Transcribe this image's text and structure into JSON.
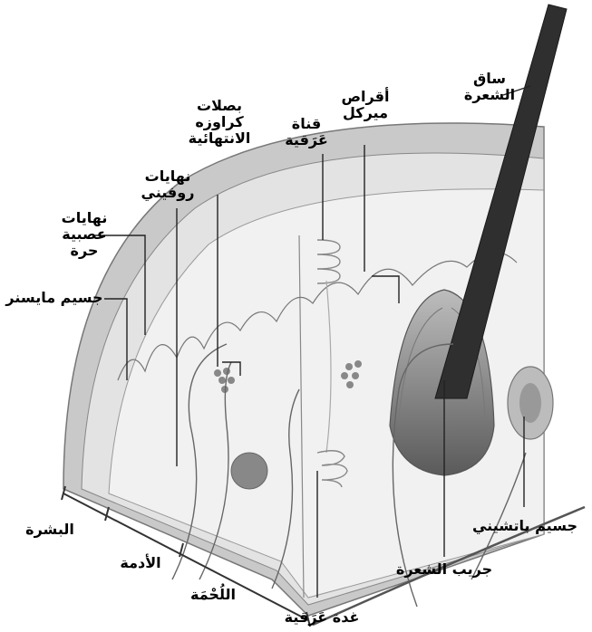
{
  "labels": {
    "hair_shaft": [
      "ساق",
      "الشعرة"
    ],
    "merkel_discs": [
      "أقراص",
      "ميركل"
    ],
    "sweat_duct": [
      "قناة",
      "عَرَقية"
    ],
    "krause_bulbs": [
      "بصلات",
      "كراوزه",
      "الانتهائية"
    ],
    "ruffini_endings": [
      "نهايات",
      "روفيني"
    ],
    "free_nerve_endings": [
      "نهايات",
      "عصبية",
      "حرة"
    ],
    "meissner_corpuscle": "جسيم مايسنر",
    "epidermis": "البشرة",
    "dermis": "الأدمة",
    "hypodermis": "اللُحْمَة",
    "sweat_gland": "غدة عَرَقية",
    "hair_follicle": "جريب الشعرة",
    "pacinian_corpuscle": "جسيم باتشيني"
  },
  "colors": {
    "outer_skin": "#c9c9c9",
    "dermis": "#e3e3e3",
    "tissue": "#f1f1f1",
    "line": "#555555",
    "hair": "#2f2f2f",
    "label": "#000000"
  }
}
